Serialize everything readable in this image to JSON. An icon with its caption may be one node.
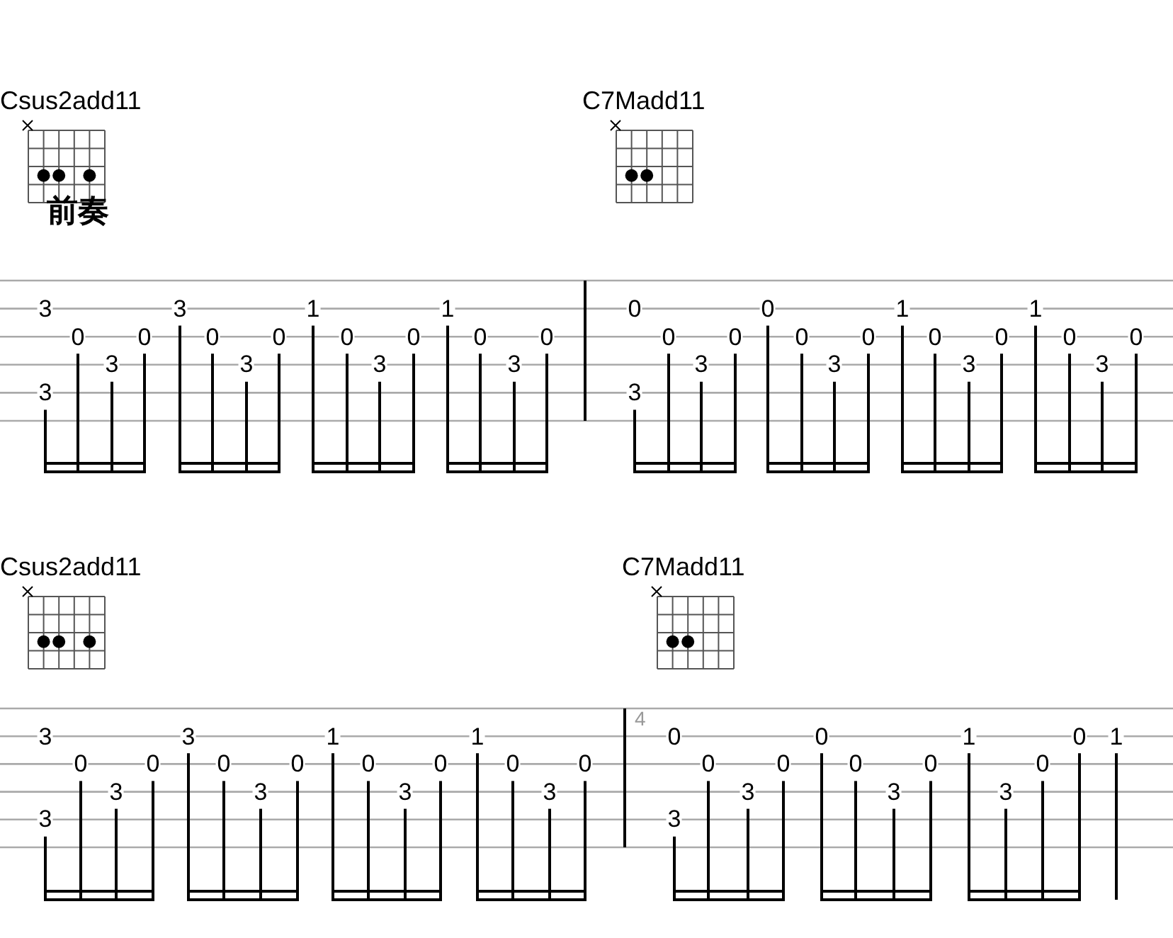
{
  "diagram": {
    "labels": [
      "Csus2add11",
      "C7Madd11",
      "前奏",
      "3",
      "3",
      "0",
      "3",
      "0",
      "3",
      "0",
      "3",
      "0",
      "1",
      "0",
      "3",
      "0",
      "1",
      "0",
      "3",
      "0",
      "0",
      "3",
      "0",
      "3",
      "0",
      "0",
      "0",
      "3",
      "0",
      "1",
      "0",
      "3",
      "0",
      "1",
      "0",
      "3",
      "0",
      "Csus2add11",
      "C7Madd11",
      "3",
      "3",
      "0",
      "3",
      "0",
      "3",
      "0",
      "3",
      "0",
      "1",
      "0",
      "3",
      "0",
      "1",
      "0",
      "3",
      "0",
      "4",
      "0",
      "3",
      "0",
      "3",
      "0",
      "0",
      "0",
      "3",
      "0",
      "1",
      "3",
      "0",
      "0",
      "1"
    ]
  }
}
